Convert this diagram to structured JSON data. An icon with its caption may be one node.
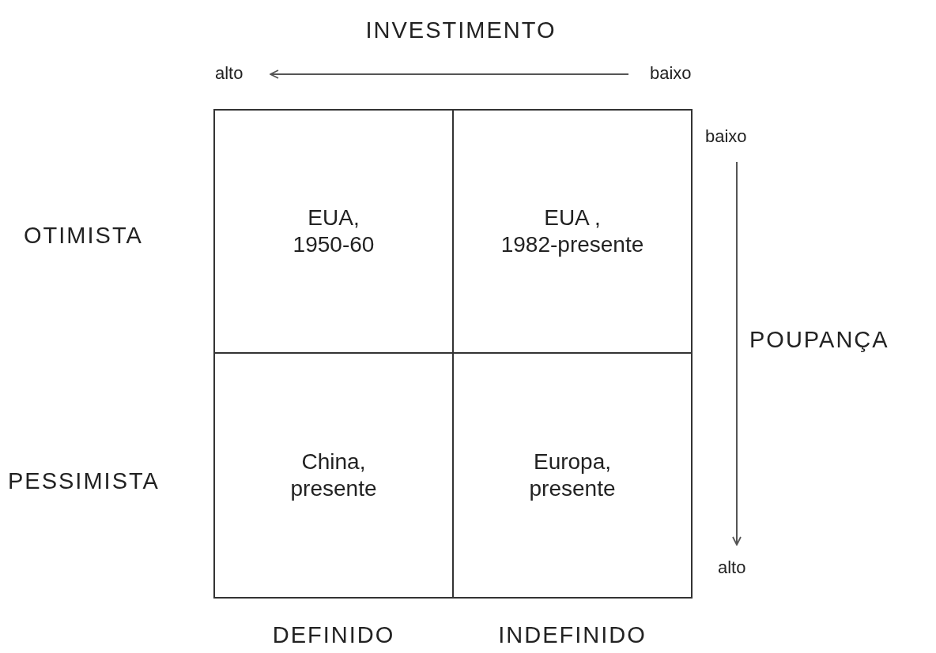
{
  "diagram": {
    "nodes": [
      {
        "text": [
          "EUA, 1950-60"
        ]
      },
      {
        "text": [
          "EUA , 1982-presente"
        ]
      },
      {
        "text": [
          "China, presente"
        ]
      },
      {
        "text": [
          "Europa, presente"
        ]
      }
    ],
    "labels": [
      "INVESTIMENTO",
      "alto",
      "baixo",
      "baixo",
      "OTIMISTA",
      "POUPANÇA",
      "PESSIMISTA",
      "alto",
      "DEFINIDO",
      "INDEFINIDO"
    ]
  }
}
